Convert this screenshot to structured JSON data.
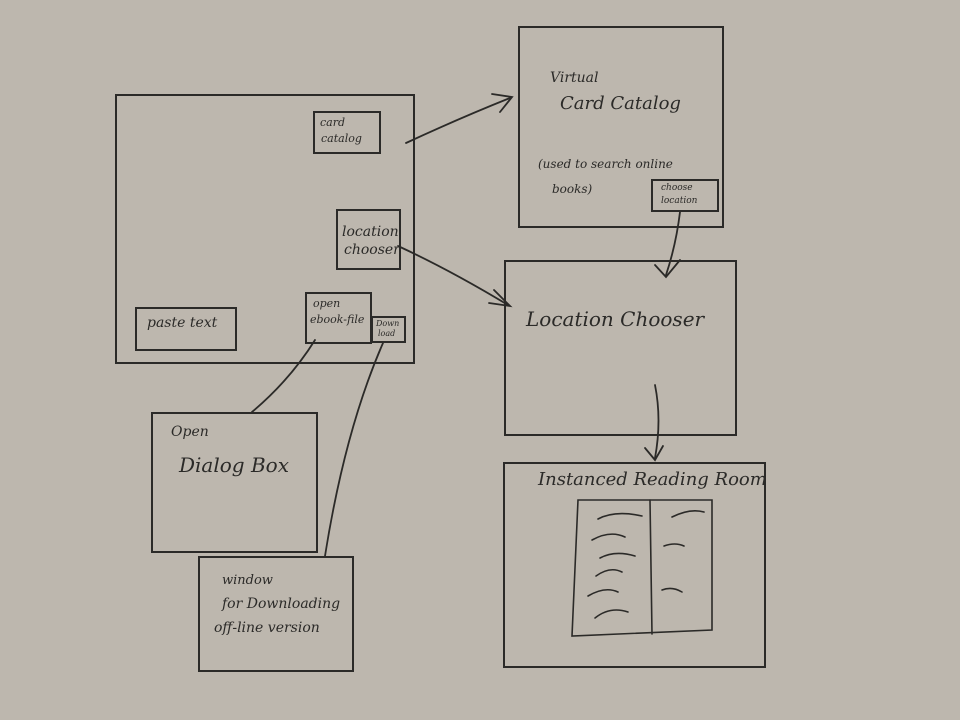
{
  "main_window": {
    "card_catalog_btn": [
      "card",
      "catalog"
    ],
    "location_chooser_btn": [
      "location",
      "chooser"
    ],
    "paste_text_btn": "paste text",
    "open_ebook_btn": [
      "open",
      "ebook-file"
    ],
    "download_btn": [
      "Down",
      "load"
    ]
  },
  "card_catalog_window": {
    "title": [
      "Virtual",
      "Card Catalog"
    ],
    "note": [
      "(used to search online",
      "books)"
    ],
    "choose_location_btn": [
      "choose",
      "location"
    ]
  },
  "location_chooser_window": {
    "title": "Location Chooser"
  },
  "open_dialog_window": {
    "title": [
      "Open",
      "Dialog Box"
    ]
  },
  "download_window": {
    "title": [
      "window",
      "for Downloading",
      "off-line version"
    ]
  },
  "reading_room_window": {
    "title": "Instanced Reading Room"
  }
}
